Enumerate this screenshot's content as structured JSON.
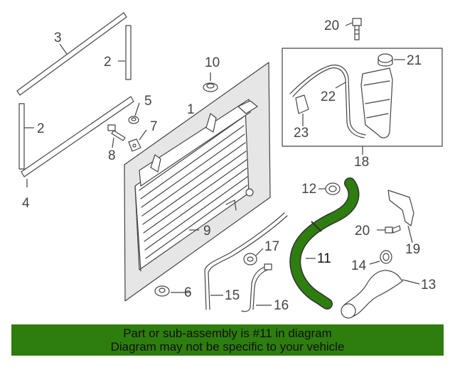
{
  "callouts": {
    "p1": "1",
    "p2a": "2",
    "p2b": "2",
    "p3": "3",
    "p4": "4",
    "p5": "5",
    "p6": "6",
    "p7": "7",
    "p8": "8",
    "p9": "9",
    "p10": "10",
    "p11": "11",
    "p12": "12",
    "p13": "13",
    "p14": "14",
    "p15": "15",
    "p16": "16",
    "p17": "17",
    "p18": "18",
    "p19": "19",
    "p20a": "20",
    "p20b": "20",
    "p21": "21",
    "p22": "22",
    "p23": "23"
  },
  "highlight": {
    "part": "11",
    "color": "#2e7d0f"
  },
  "footer": {
    "line1": "Part or sub-assembly is #11 in diagram",
    "line2": "Diagram may not be specific to your vehicle"
  }
}
